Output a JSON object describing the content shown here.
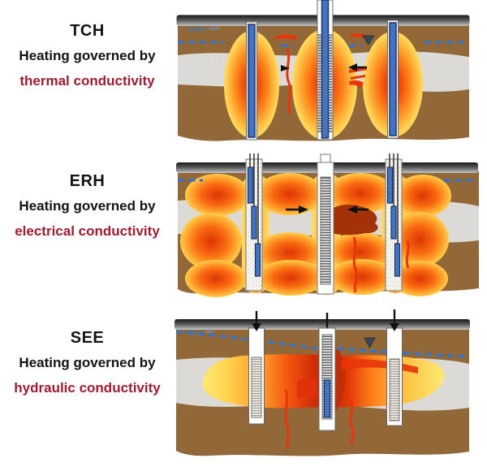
{
  "figure": {
    "panels": [
      {
        "id": "TCH",
        "title": "TCH",
        "subtitle": "Heating governed by",
        "mechanism": "thermal conductivity"
      },
      {
        "id": "ERH",
        "title": "ERH",
        "subtitle": "Heating governed by",
        "mechanism": "electrical conductivity"
      },
      {
        "id": "SEE",
        "title": "SEE",
        "subtitle": "Heating governed by",
        "mechanism": "hydraulic conductivity"
      }
    ]
  },
  "colors": {
    "background": "#ffffff",
    "heading_text": "#141414",
    "mechanism_text": "#9e1b32",
    "soil_brown": "#926839",
    "aquitard_gray": "#dcdad6",
    "pavement_dark": "#2b2b2b",
    "plume_core_red": "#d92d02",
    "plume_orange": "#fe8c1e",
    "plume_rim_yellow": "#ffe97e",
    "dnapl_dark_red": "#a33206",
    "contaminant_red": "#e8350b",
    "water_table_blue": "#2e74d8",
    "well_blue": "#4472c4",
    "well_border_navy": "#1f3864"
  }
}
